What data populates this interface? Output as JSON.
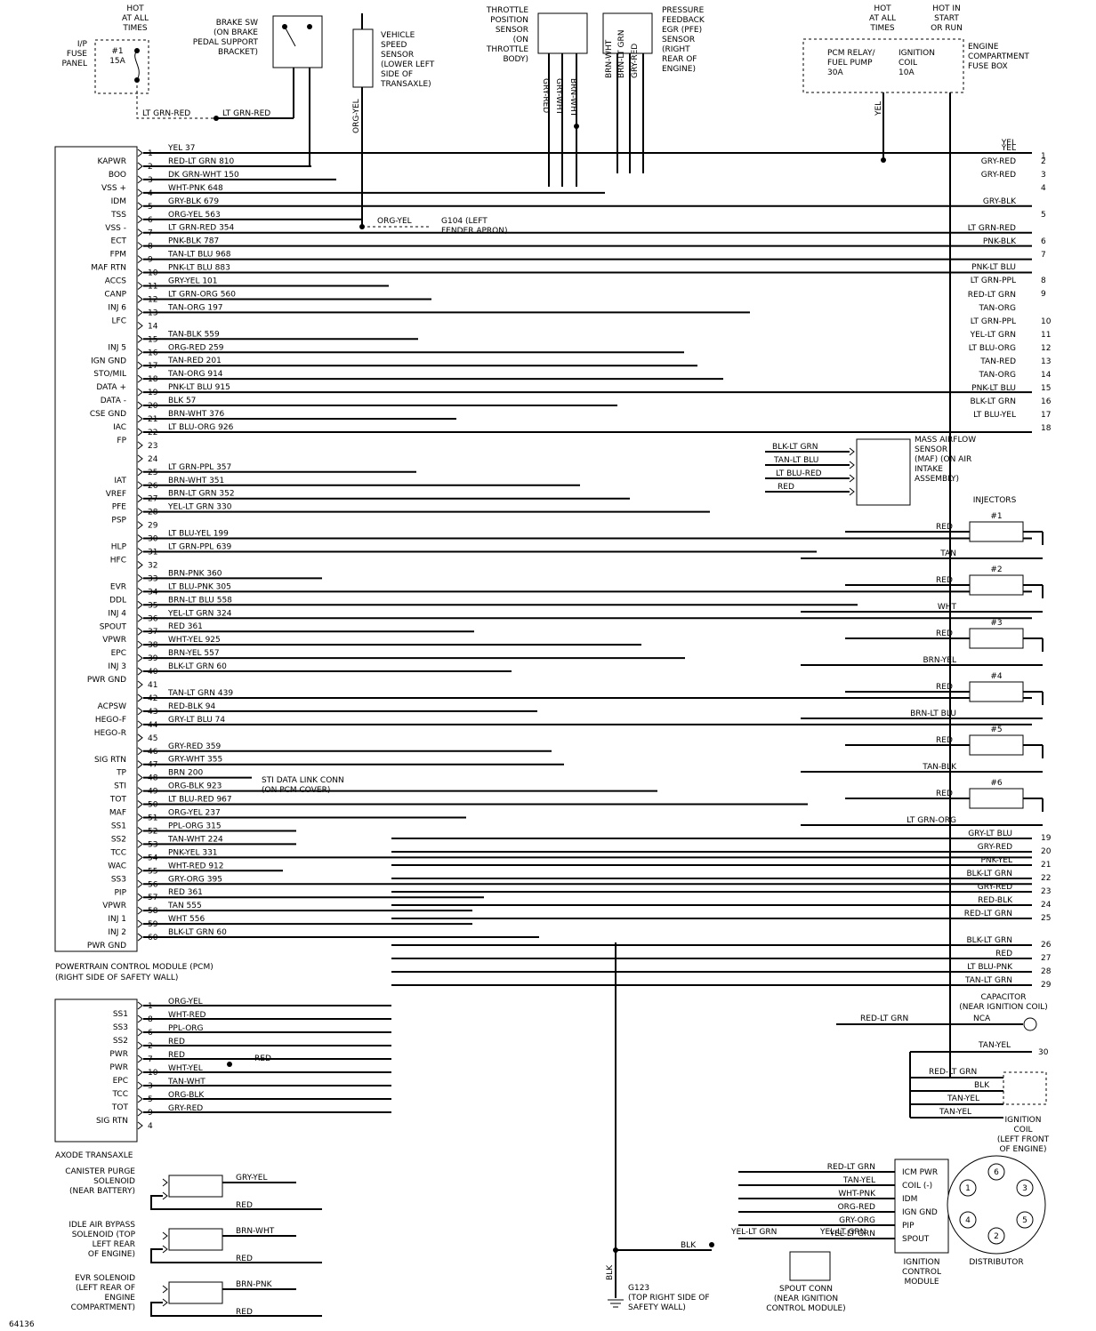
{
  "pcm": {
    "title_line1": "POWERTRAIN CONTROL MODULE (PCM)",
    "title_line2": "(RIGHT SIDE OF SAFETY WALL)",
    "pins": [
      {
        "pin": "1",
        "func": "KAPWR",
        "wire": "YEL 37"
      },
      {
        "pin": "2",
        "func": "BOO",
        "wire": "RED-LT GRN 810"
      },
      {
        "pin": "3",
        "func": "VSS +",
        "wire": "DK GRN-WHT 150"
      },
      {
        "pin": "4",
        "func": "IDM",
        "wire": "WHT-PNK 648"
      },
      {
        "pin": "5",
        "func": "TSS",
        "wire": "GRY-BLK 679"
      },
      {
        "pin": "6",
        "func": "VSS -",
        "wire": "ORG-YEL 563"
      },
      {
        "pin": "7",
        "func": "ECT",
        "wire": "LT GRN-RED 354"
      },
      {
        "pin": "8",
        "func": "FPM",
        "wire": "PNK-BLK 787"
      },
      {
        "pin": "9",
        "func": "MAF RTN",
        "wire": "TAN-LT BLU 968"
      },
      {
        "pin": "10",
        "func": "ACCS",
        "wire": "PNK-LT BLU 883"
      },
      {
        "pin": "11",
        "func": "CANP",
        "wire": "GRY-YEL 101"
      },
      {
        "pin": "12",
        "func": "INJ 6",
        "wire": "LT GRN-ORG 560"
      },
      {
        "pin": "13",
        "func": "LFC",
        "wire": "TAN-ORG 197"
      },
      {
        "pin": "14",
        "func": "",
        "wire": ""
      },
      {
        "pin": "15",
        "func": "INJ 5",
        "wire": "TAN-BLK 559"
      },
      {
        "pin": "16",
        "func": "IGN GND",
        "wire": "ORG-RED 259"
      },
      {
        "pin": "17",
        "func": "STO/MIL",
        "wire": "TAN-RED 201"
      },
      {
        "pin": "18",
        "func": "DATA +",
        "wire": "TAN-ORG 914"
      },
      {
        "pin": "19",
        "func": "DATA -",
        "wire": "PNK-LT BLU 915"
      },
      {
        "pin": "20",
        "func": "CSE GND",
        "wire": "BLK 57"
      },
      {
        "pin": "21",
        "func": "IAC",
        "wire": "BRN-WHT 376"
      },
      {
        "pin": "22",
        "func": "FP",
        "wire": "LT BLU-ORG 926"
      },
      {
        "pin": "23",
        "func": "",
        "wire": ""
      },
      {
        "pin": "24",
        "func": "",
        "wire": ""
      },
      {
        "pin": "25",
        "func": "IAT",
        "wire": "LT GRN-PPL 357"
      },
      {
        "pin": "26",
        "func": "VREF",
        "wire": "BRN-WHT 351"
      },
      {
        "pin": "27",
        "func": "PFE",
        "wire": "BRN-LT GRN 352"
      },
      {
        "pin": "28",
        "func": "PSP",
        "wire": "YEL-LT GRN 330"
      },
      {
        "pin": "29",
        "func": "",
        "wire": ""
      },
      {
        "pin": "30",
        "func": "HLP",
        "wire": "LT BLU-YEL 199"
      },
      {
        "pin": "31",
        "func": "HFC",
        "wire": "LT GRN-PPL 639"
      },
      {
        "pin": "32",
        "func": "",
        "wire": ""
      },
      {
        "pin": "33",
        "func": "EVR",
        "wire": "BRN-PNK 360"
      },
      {
        "pin": "34",
        "func": "DDL",
        "wire": "LT BLU-PNK 305"
      },
      {
        "pin": "35",
        "func": "INJ 4",
        "wire": "BRN-LT BLU 558"
      },
      {
        "pin": "36",
        "func": "SPOUT",
        "wire": "YEL-LT GRN 324"
      },
      {
        "pin": "37",
        "func": "VPWR",
        "wire": "RED 361"
      },
      {
        "pin": "38",
        "func": "EPC",
        "wire": "WHT-YEL 925"
      },
      {
        "pin": "39",
        "func": "INJ 3",
        "wire": "BRN-YEL 557"
      },
      {
        "pin": "40",
        "func": "PWR GND",
        "wire": "BLK-LT GRN 60"
      },
      {
        "pin": "41",
        "func": "",
        "wire": ""
      },
      {
        "pin": "42",
        "func": "ACPSW",
        "wire": "TAN-LT GRN 439"
      },
      {
        "pin": "43",
        "func": "HEGO-F",
        "wire": "RED-BLK 94"
      },
      {
        "pin": "44",
        "func": "HEGO-R",
        "wire": "GRY-LT BLU 74"
      },
      {
        "pin": "45",
        "func": "",
        "wire": ""
      },
      {
        "pin": "46",
        "func": "SIG RTN",
        "wire": "GRY-RED 359"
      },
      {
        "pin": "47",
        "func": "TP",
        "wire": "GRY-WHT 355"
      },
      {
        "pin": "48",
        "func": "STI",
        "wire": "BRN 200"
      },
      {
        "pin": "49",
        "func": "TOT",
        "wire": "ORG-BLK 923"
      },
      {
        "pin": "50",
        "func": "MAF",
        "wire": "LT BLU-RED 967"
      },
      {
        "pin": "51",
        "func": "SS1",
        "wire": "ORG-YEL 237"
      },
      {
        "pin": "52",
        "func": "SS2",
        "wire": "PPL-ORG 315"
      },
      {
        "pin": "53",
        "func": "TCC",
        "wire": "TAN-WHT 224"
      },
      {
        "pin": "54",
        "func": "WAC",
        "wire": "PNK-YEL 331"
      },
      {
        "pin": "55",
        "func": "SS3",
        "wire": "WHT-RED 912"
      },
      {
        "pin": "56",
        "func": "PIP",
        "wire": "GRY-ORG 395"
      },
      {
        "pin": "57",
        "func": "VPWR",
        "wire": "RED 361"
      },
      {
        "pin": "58",
        "func": "INJ 1",
        "wire": "TAN 555"
      },
      {
        "pin": "59",
        "func": "INJ 2",
        "wire": "WHT 556"
      },
      {
        "pin": "60",
        "func": "PWR GND",
        "wire": "BLK-LT GRN 60"
      }
    ]
  },
  "axode": {
    "title": "AXODE TRANSAXLE",
    "pins": [
      {
        "func": "SS1",
        "pin": "1",
        "wire": "ORG-YEL"
      },
      {
        "func": "SS3",
        "pin": "8",
        "wire": "WHT-RED"
      },
      {
        "func": "SS2",
        "pin": "6",
        "wire": "PPL-ORG"
      },
      {
        "func": "PWR",
        "pin": "2",
        "wire": "RED"
      },
      {
        "func": "PWR",
        "pin": "7",
        "wire": "RED"
      },
      {
        "func": "EPC",
        "pin": "10",
        "wire": "WHT-YEL"
      },
      {
        "func": "TCC",
        "pin": "3",
        "wire": "TAN-WHT"
      },
      {
        "func": "TOT",
        "pin": "5",
        "wire": "ORG-BLK"
      },
      {
        "func": "SIG RTN",
        "pin": "9",
        "wire": "GRY-RED"
      },
      {
        "func": "",
        "pin": "4",
        "wire": ""
      }
    ],
    "pwr_join_label": "RED"
  },
  "fuse_ip": {
    "hot_label": "HOT\nAT ALL\nTIMES",
    "fuse": "#1\n15A",
    "panel": "I/P\nFUSE\nPANEL",
    "wire1": "LT GRN-RED",
    "wire2": "LT GRN-RED"
  },
  "brake_sw": {
    "label": "BRAKE SW\n(ON BRAKE\nPEDAL SUPPORT\nBRACKET)"
  },
  "vss": {
    "label": "VEHICLE\nSPEED\nSENSOR\n(LOWER LEFT\nSIDE OF\nTRANSAXLE)",
    "wire": "ORG-YEL"
  },
  "g104": {
    "wire": "ORG-YEL",
    "label": "G104 (LEFT\nFENDER APRON)"
  },
  "tps": {
    "label": "THROTTLE\nPOSITION\nSENSOR\n(ON\nTHROTTLE\nBODY)",
    "wires": [
      "GRY-RED",
      "GRY-WHT",
      "BRN-WHT"
    ]
  },
  "pfe": {
    "label": "PRESSURE\nFEEDBACK\nEGR (PFE)\nSENSOR\n(RIGHT\nREAR OF\nENGINE)",
    "wires": [
      "BRN-WHT",
      "BRN-LT GRN",
      "GRY-RED"
    ]
  },
  "engine_fuse": {
    "hot1": "HOT\nAT ALL\nTIMES",
    "hot2": "HOT IN\nSTART\nOR RUN",
    "fuse1": "PCM RELAY/\nFUEL PUMP\n30A",
    "fuse2": "IGNITION\nCOIL\n10A",
    "box": "ENGINE\nCOMPARTMENT\nFUSE BOX",
    "wire": "YEL"
  },
  "right_conn": {
    "items": [
      {
        "n": "1",
        "wire": "YEL"
      },
      {
        "n": "2",
        "wire": "YEL"
      },
      {
        "n": "3",
        "wire": "GRY-RED"
      },
      {
        "n": "4",
        "wire": "GRY-RED"
      },
      {
        "n": "5",
        "wire": "GRY-BLK"
      },
      {
        "n": "6",
        "wire": "LT GRN-RED"
      },
      {
        "n": "7",
        "wire": "PNK-BLK"
      },
      {
        "n": "8",
        "wire": "PNK-LT BLU"
      },
      {
        "n": "9",
        "wire": "LT GRN-PPL"
      },
      {
        "n": "",
        "wire": "RED-LT GRN"
      },
      {
        "n": "10",
        "wire": "TAN-ORG"
      },
      {
        "n": "11",
        "wire": "LT GRN-PPL"
      },
      {
        "n": "12",
        "wire": "YEL-LT GRN"
      },
      {
        "n": "13",
        "wire": "LT BLU-ORG"
      },
      {
        "n": "14",
        "wire": "TAN-RED"
      },
      {
        "n": "15",
        "wire": "TAN-ORG"
      },
      {
        "n": "16",
        "wire": "PNK-LT BLU"
      },
      {
        "n": "17",
        "wire": "BLK-LT GRN"
      },
      {
        "n": "18",
        "wire": "LT BLU-YEL"
      }
    ],
    "items_low": [
      {
        "n": "19",
        "wire": "GRY-LT BLU"
      },
      {
        "n": "20",
        "wire": "GRY-RED"
      },
      {
        "n": "21",
        "wire": "PNK-YEL"
      },
      {
        "n": "22",
        "wire": "BLK-LT GRN"
      },
      {
        "n": "23",
        "wire": "GRY-RED"
      },
      {
        "n": "24",
        "wire": "RED-BLK"
      },
      {
        "n": "25",
        "wire": "RED-LT GRN"
      },
      {
        "n": "26",
        "wire": "BLK-LT GRN"
      },
      {
        "n": "27",
        "wire": "RED"
      },
      {
        "n": "28",
        "wire": "LT BLU-PNK"
      },
      {
        "n": "29",
        "wire": "TAN-LT GRN"
      }
    ]
  },
  "maf": {
    "label": "MASS AIRFLOW\nSENSOR\n(MAF) (ON AIR\nINTAKE\nASSEMBLY)",
    "wires": [
      "BLK-LT GRN",
      "TAN-LT BLU",
      "LT BLU-RED",
      "RED"
    ]
  },
  "injectors": {
    "title": "INJECTORS",
    "items": [
      {
        "name": "#1",
        "red": "RED",
        "sig": "TAN"
      },
      {
        "name": "#2",
        "red": "RED",
        "sig": "WHT"
      },
      {
        "name": "#3",
        "red": "RED",
        "sig": "BRN-YEL"
      },
      {
        "name": "#4",
        "red": "RED",
        "sig": "BRN-LT BLU"
      },
      {
        "name": "#5",
        "red": "RED",
        "sig": "TAN-BLK"
      },
      {
        "name": "#6",
        "red": "RED",
        "sig": "LT GRN-ORG"
      }
    ]
  },
  "sti": {
    "label": "STI DATA LINK CONN\n(ON PCM COVER)"
  },
  "capacitor": {
    "label": "CAPACITOR\n(NEAR IGNITION COIL)",
    "wire": "RED-LT GRN",
    "nca": "NCA"
  },
  "coil": {
    "label": "IGNITION\nCOIL\n(LEFT FRONT\nOF ENGINE)",
    "n30": "30",
    "wires": [
      "TAN-YEL",
      "RED-LT GRN",
      "BLK",
      "TAN-YEL",
      "TAN-YEL"
    ]
  },
  "icm": {
    "label": "IGNITION\nCONTROL\nMODULE",
    "pins": [
      "ICM PWR",
      "COIL (-)",
      "IDM",
      "IGN GND",
      "PIP",
      "SPOUT"
    ],
    "wires": [
      "RED-LT GRN",
      "TAN-YEL",
      "WHT-PNK",
      "ORG-RED",
      "GRY-ORG",
      "YEL-LT GRN"
    ]
  },
  "distributor": {
    "label": "DISTRIBUTOR",
    "numbers": [
      "6",
      "3",
      "5",
      "2",
      "4",
      "1"
    ]
  },
  "spout": {
    "label": "SPOUT CONN\n(NEAR IGNITION\nCONTROL MODULE)",
    "wires": [
      "YEL-LT GRN",
      "YEL-LT GRN"
    ]
  },
  "g123": {
    "label": "G123\n(TOP RIGHT SIDE OF\nSAFETY WALL)",
    "wire": "BLK",
    "wire2": "BLK"
  },
  "solenoids": [
    {
      "label": "CANISTER PURGE\nSOLENOID\n(NEAR BATTERY)",
      "wire": "GRY-YEL",
      "red": "RED"
    },
    {
      "label": "IDLE AIR BYPASS\nSOLENOID (TOP\nLEFT REAR\nOF ENGINE)",
      "wire": "BRN-WHT",
      "red": "RED"
    },
    {
      "label": "EVR SOLENOID\n(LEFT REAR OF\nENGINE\nCOMPARTMENT)",
      "wire": "BRN-PNK",
      "red": "RED"
    }
  ],
  "code": "64136"
}
